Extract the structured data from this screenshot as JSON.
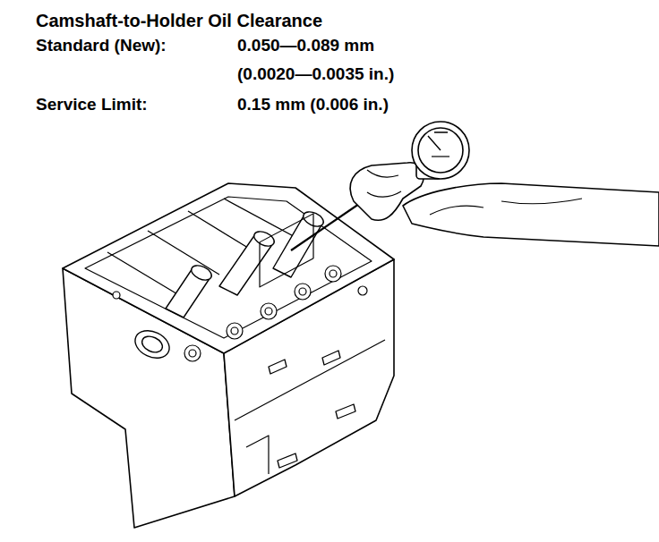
{
  "diagram": {
    "title": "Camshaft-to-Holder Oil Clearance",
    "labels": [
      "Standard (New):",
      "0.050—0.089 mm",
      "(0.0020—0.0035 in.)",
      "Service Limit:",
      "0.15 mm (0.006 in.)"
    ]
  }
}
